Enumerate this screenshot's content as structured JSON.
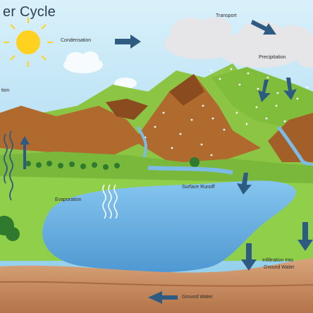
{
  "diagram": {
    "title": "er Cycle",
    "labels": {
      "condensation": "Condensation",
      "transport": "Transport",
      "precipitation": "Precipitation",
      "transpiration_partial": "tion",
      "evaporation": "Evaporation",
      "surface_runoff": "Surface Runoff",
      "infiltration_line1": "Infiltration Into",
      "infiltration_line2": "Ground Water",
      "ground_water": "Ground Water"
    }
  },
  "colors": {
    "sky": "#9fd6f0",
    "sun": "#ffd21f",
    "cloud": "#e9e9ea",
    "arrow": "#2e5b82",
    "water": "#7bbbe6",
    "grass": "#7fbd3a",
    "mountain": "#b06a2e",
    "soil": "#c98a5a"
  },
  "icons": [
    "sun-icon",
    "cloud-icon",
    "arrow-icon",
    "tree-icon",
    "rain-icon",
    "vapor-icon"
  ]
}
